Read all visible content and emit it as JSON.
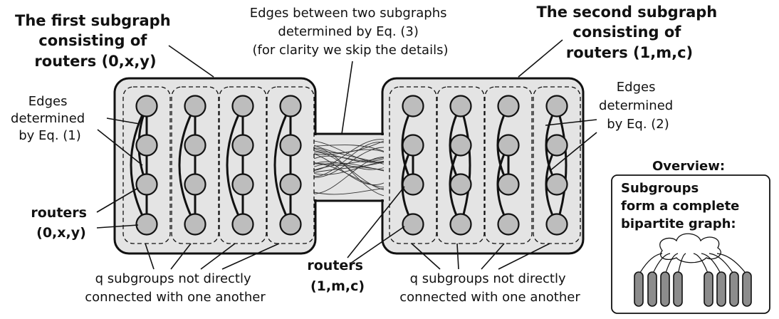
{
  "labels": {
    "first_subgraph": [
      "The first subgraph",
      "consisting of",
      "routers (0,x,y)"
    ],
    "second_subgraph": [
      "The second subgraph",
      "consisting of",
      "routers (1,m,c)"
    ],
    "edges_between": [
      "Edges between two subgraphs",
      "determined by Eq. (3)",
      "(for clarity we skip the details)"
    ],
    "edges_eq1": [
      "Edges",
      "determined",
      "by Eq. (1)"
    ],
    "edges_eq2": [
      "Edges",
      "determined",
      "by Eq. (2)"
    ],
    "routers_0xy": [
      "routers",
      "(0,x,y)"
    ],
    "routers_1mc": [
      "routers",
      "(1,m,c)"
    ],
    "subgroups_left": [
      "q subgroups not directly",
      "connected with one another"
    ],
    "subgroups_right": [
      "q subgroups not directly",
      "connected with one another"
    ],
    "overview_title": "Overview:",
    "overview_text": [
      "Subgroups",
      "form a complete",
      "bipartite graph:"
    ]
  },
  "colors": {
    "panel_fill": "#e4e4e4",
    "node_fill": "#bdbdbd",
    "stroke": "#111111"
  }
}
